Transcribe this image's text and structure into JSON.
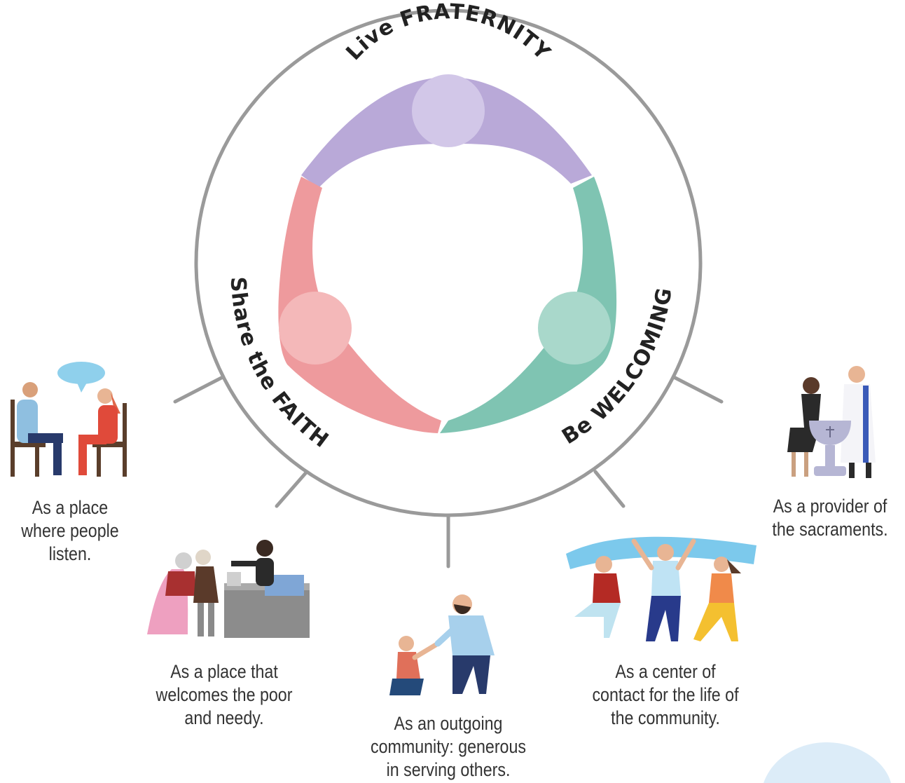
{
  "wheel": {
    "top_label": "Live FRATERNITY",
    "left_label": "Share the FAITH",
    "right_label": "Be WELCOMING",
    "colors": {
      "purple": "#b9a9d8",
      "pink": "#ee9a9d",
      "green": "#7fc4b2",
      "ring": "#9a9a9a"
    }
  },
  "captions": [
    {
      "id": "listen",
      "lines": [
        "As a place",
        "where people",
        "listen."
      ]
    },
    {
      "id": "poor",
      "lines": [
        "As a place that",
        "welcomes the poor",
        "and needy."
      ]
    },
    {
      "id": "outgoing",
      "lines": [
        "As an outgoing",
        "community: generous",
        "in serving others."
      ]
    },
    {
      "id": "center",
      "lines": [
        "As a center of",
        "contact for the life of",
        "the community."
      ]
    },
    {
      "id": "sacraments",
      "lines": [
        "As a provider of",
        "the sacraments."
      ]
    }
  ],
  "icons": [
    "two-people-talking-icon",
    "serving-the-poor-icon",
    "helping-hand-icon",
    "community-celebration-icon",
    "baptism-icon"
  ]
}
